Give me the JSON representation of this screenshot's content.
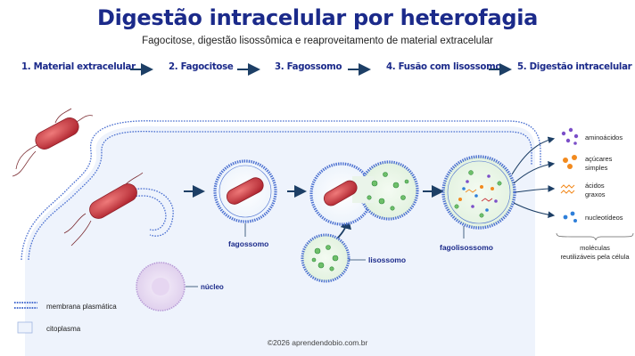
{
  "title": "Digestão intracelular por heterofagia",
  "subtitle": "Fagocitose, digestão lisossômica e reaproveitamento de material extracelular",
  "steps": [
    {
      "label": "1. Material extracelular"
    },
    {
      "label": "2. Fagocitose"
    },
    {
      "label": "3. Fagossomo"
    },
    {
      "label": "4. Fusão com lisossomo"
    },
    {
      "label": "5. Digestão intracelular"
    }
  ],
  "labels": {
    "fagossomo": "fagossomo",
    "lisossomo": "lisossomo",
    "fagolisossomo": "fagolisossomo",
    "nucleo": "núcleo"
  },
  "products": [
    {
      "label": "aminoácidos",
      "color": "#7b4fc8",
      "icon": "amino-acid-dots"
    },
    {
      "label": "açúcares",
      "label2": "simples",
      "color": "#f28a1e",
      "icon": "sugar-hexagons"
    },
    {
      "label": "ácidos",
      "label2": "graxos",
      "color": "#f28a1e",
      "icon": "fatty-acid-zigzags"
    },
    {
      "label": "nucleotídeos",
      "color": "#2e7fd9",
      "icon": "nucleotide-dots"
    }
  ],
  "products_caption": {
    "line1": "moléculas",
    "line2": "reutilizáveis pela célula"
  },
  "legend": {
    "membrane": "membrana plasmática",
    "cytoplasm": "citoplasma"
  },
  "footer": "©2026 aprendendobio.com.br",
  "colors": {
    "title": "#1b2a8a",
    "membrane": "#4a6fd0",
    "cytoplasm": "#eef3fc",
    "bacteria": "#c8323a",
    "lysosome": "#2e9d4a"
  }
}
